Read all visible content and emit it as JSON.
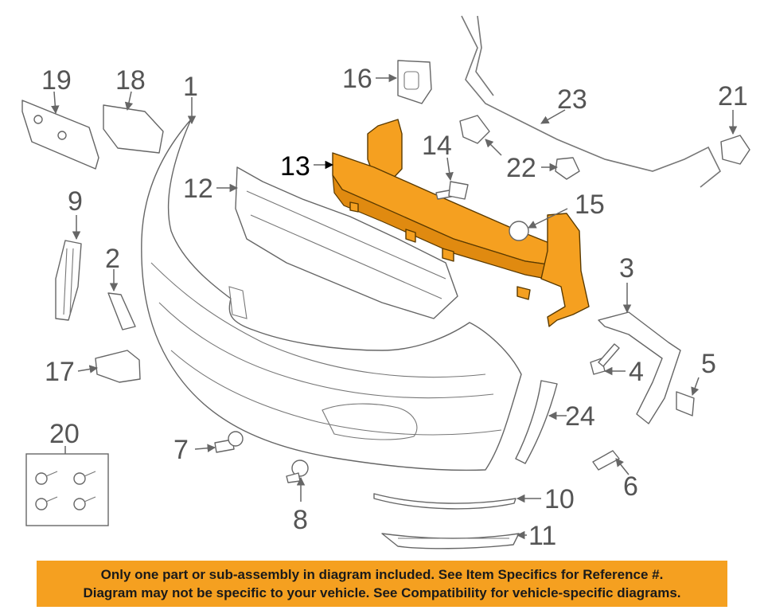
{
  "labels": {
    "p1": "1",
    "p2": "2",
    "p3": "3",
    "p4": "4",
    "p5": "5",
    "p6": "6",
    "p7": "7",
    "p8": "8",
    "p9": "9",
    "p10": "10",
    "p11": "11",
    "p12": "12",
    "p13": "13",
    "p14": "14",
    "p15": "15",
    "p16": "16",
    "p17": "17",
    "p18": "18",
    "p19": "19",
    "p20": "20",
    "p21": "21",
    "p22": "22",
    "p23": "23",
    "p24": "24"
  },
  "highlight_color": "#f5a020",
  "notice": {
    "line1": "Only one part or sub-assembly in diagram included. See Item Specifics for Reference #.",
    "line2": "Diagram may not be specific to your vehicle. See Compatibility for vehicle-specific diagrams."
  }
}
